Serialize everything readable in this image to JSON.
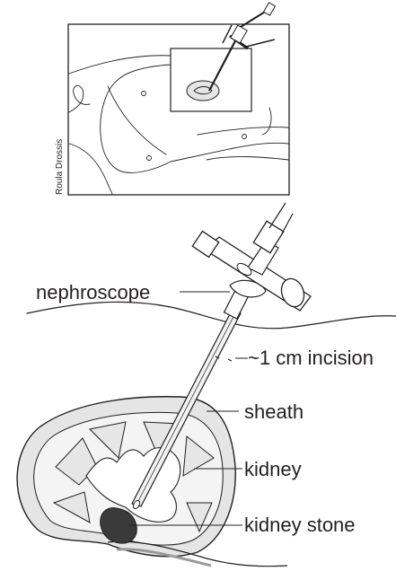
{
  "credit": "Roula Drossis",
  "labels": {
    "nephroscope": "nephroscope",
    "incision": "~1 cm incision",
    "sheath": "sheath",
    "kidney": "kidney",
    "kidney_stone": "kidney stone"
  },
  "colors": {
    "ink": "#231f20",
    "kidney_fill": "#e5e5e5",
    "stone": "#3a3a3a",
    "sheath_fill": "#f2f2f2"
  }
}
